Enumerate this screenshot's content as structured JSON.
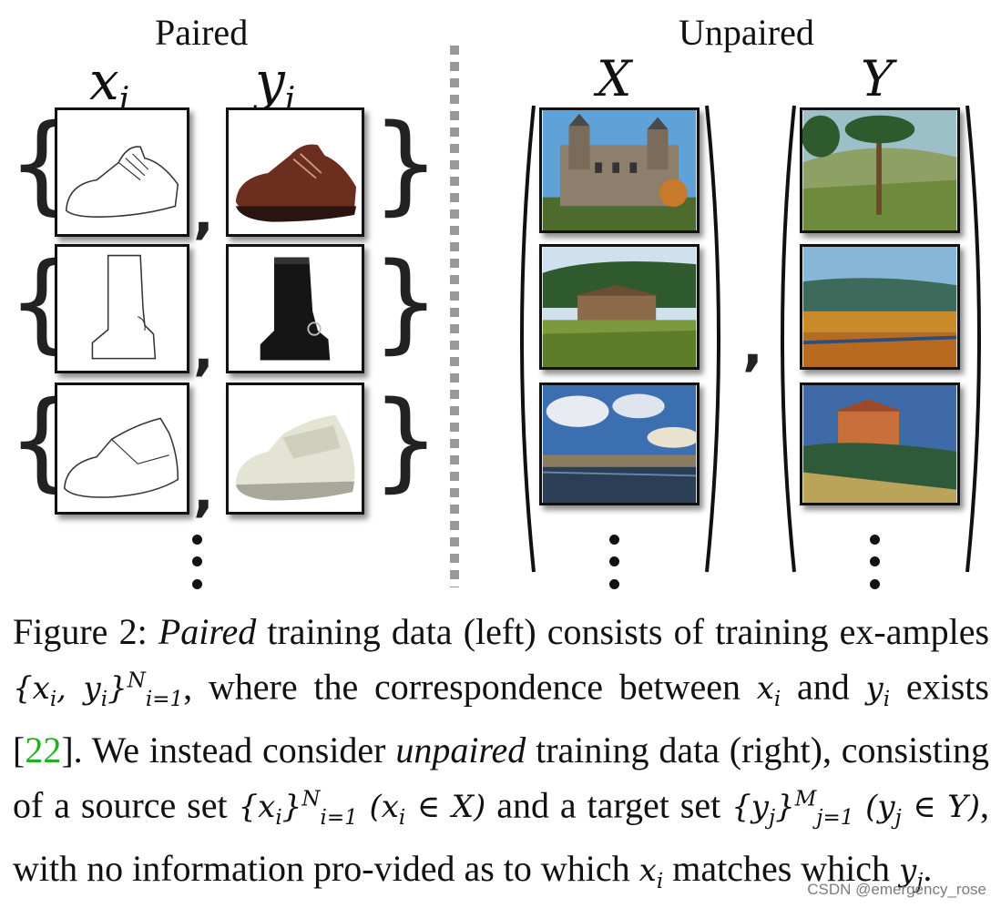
{
  "figure": {
    "paired_title": "Paired",
    "unpaired_title": "Unpaired",
    "label_xi_base": "x",
    "label_xi_sub": "i",
    "label_yi_base": "y",
    "label_yi_sub": "i",
    "label_X": "X",
    "label_Y": "Y",
    "comma": ","
  },
  "caption": {
    "s1_prefix": "Figure 2: ",
    "s1_paired": "Paired",
    "s1_text": " training data (left) consists of training ex-amples ",
    "set1": "{x",
    "set1_sub_i": "i",
    "set1_mid": ", y",
    "set1_sub_i2": "i",
    "set1_close": "}",
    "set1_sup": "N",
    "set1_sub": "i=1",
    "s1_text2": ", where the correspondence between ",
    "xi": "x",
    "xi_sub": "i",
    "s1_and": " and ",
    "yi": "y",
    "yi_sub": "i",
    "s1_exists": " exists [",
    "cite": "22",
    "s1_end": "].",
    "s2_a": " We instead consider ",
    "s2_unpaired": "unpaired",
    "s2_b": " training data (right), consisting of a source set ",
    "src_set": "{x",
    "src_sub": "i",
    "src_close": "}",
    "src_sup": "N",
    "src_range": "i=1",
    "src_paren": " (x",
    "src_paren_sub": "i",
    "src_in": " ∈ X)",
    "s2_c": " and a target set ",
    "tgt_set": "{y",
    "tgt_sub": "j",
    "tgt_close": "}",
    "tgt_sup": "M",
    "tgt_range": "j=1",
    "tgt_paren": " (y",
    "tgt_paren_sub": "j",
    "tgt_in": " ∈ Y)",
    "s2_d": ", with no information pro-vided as to which ",
    "m_x": "x",
    "m_x_sub": "i",
    "s2_e": " matches which ",
    "m_y": "y",
    "m_y_sub": "j",
    "s2_end": "."
  },
  "watermark": "CSDN @emergency_rose"
}
